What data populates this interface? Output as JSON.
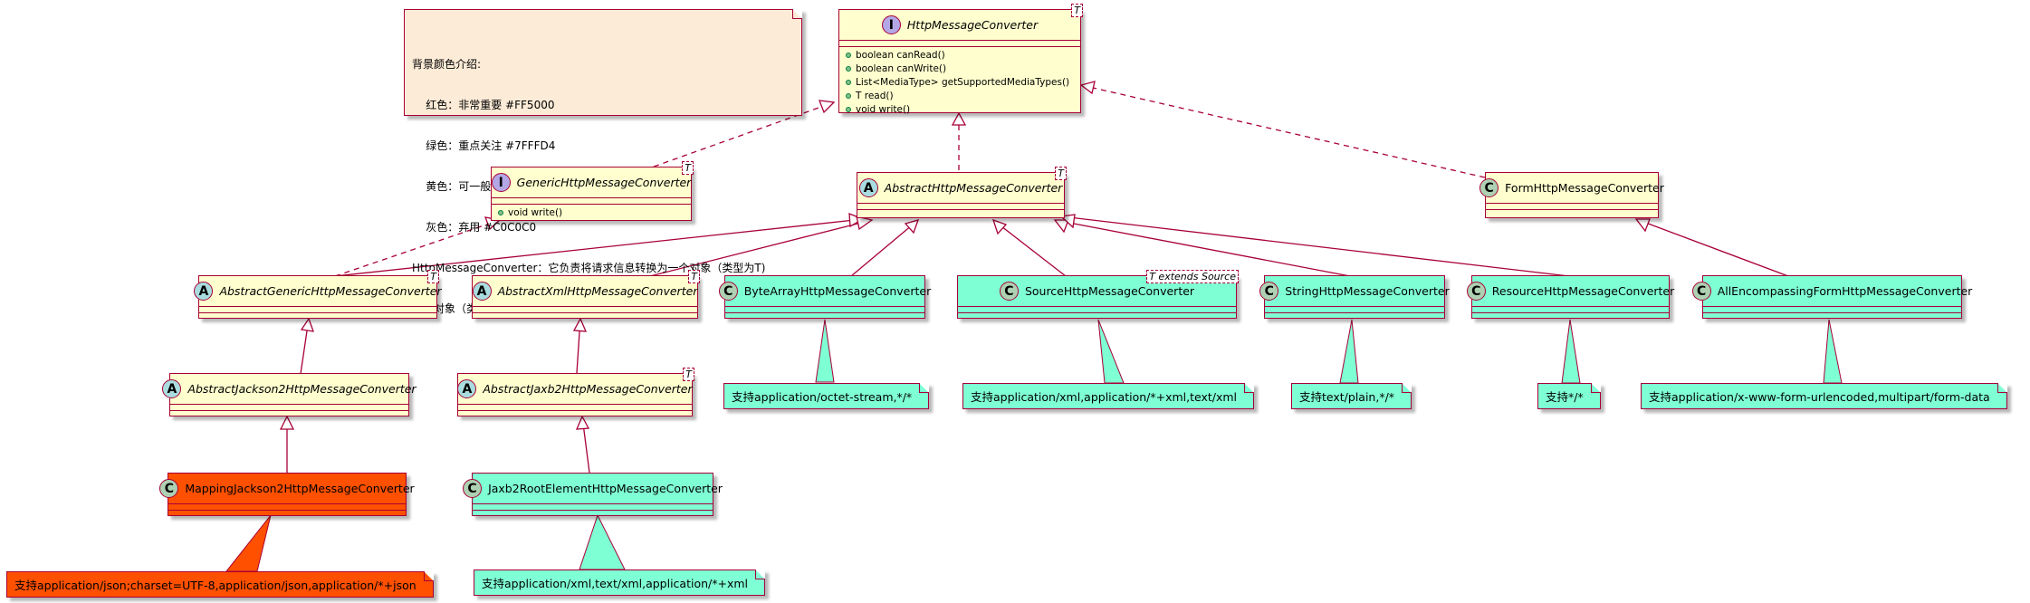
{
  "legend": {
    "lines": [
      "背景颜色介绍:",
      "    红色：非常重要 #FF5000",
      "    绿色：重点关注 #7FFFD4",
      "    黄色：可一般关注",
      "    灰色：弃用 #C0C0C0",
      "HttpMessageConverter：它负责将请求信息转换为一个对象（类型为T)",
      "或将对象（类型为T）输出为响应信息。"
    ]
  },
  "colors": {
    "border": "#A80036",
    "default_bg": "#FEFECE",
    "important": "#FF5000",
    "focus": "#7FFFD4",
    "deprecated": "#C0C0C0"
  },
  "classes": {
    "http_message_converter": {
      "stereotype": "I",
      "name": "HttpMessageConverter",
      "type_param": "T",
      "methods": [
        "boolean canRead()",
        "boolean canWrite()",
        "List<MediaType> getSupportedMediaTypes()",
        "T read()",
        "void write()"
      ]
    },
    "generic_http_message_converter": {
      "stereotype": "I",
      "name": "GenericHttpMessageConverter",
      "type_param": "T",
      "methods": [
        "void write()"
      ]
    },
    "abstract_http_message_converter": {
      "stereotype": "A",
      "name": "AbstractHttpMessageConverter",
      "type_param": "T"
    },
    "form_http_message_converter": {
      "stereotype": "C",
      "name": "FormHttpMessageConverter"
    },
    "abstract_generic_http_message_converter": {
      "stereotype": "A",
      "name": "AbstractGenericHttpMessageConverter",
      "type_param": "T"
    },
    "abstract_xml_http_message_converter": {
      "stereotype": "A",
      "name": "AbstractXmlHttpMessageConverter",
      "type_param": "T"
    },
    "byte_array_http_message_converter": {
      "stereotype": "C",
      "name": "ByteArrayHttpMessageConverter"
    },
    "source_http_message_converter": {
      "stereotype": "C",
      "name": "SourceHttpMessageConverter",
      "type_param": "T extends Source"
    },
    "string_http_message_converter": {
      "stereotype": "C",
      "name": "StringHttpMessageConverter"
    },
    "resource_http_message_converter": {
      "stereotype": "C",
      "name": "ResourceHttpMessageConverter"
    },
    "all_encompassing_form_http_message_converter": {
      "stereotype": "C",
      "name": "AllEncompassingFormHttpMessageConverter"
    },
    "abstract_jackson2_http_message_converter": {
      "stereotype": "A",
      "name": "AbstractJackson2HttpMessageConverter"
    },
    "abstract_jaxb2_http_message_converter": {
      "stereotype": "A",
      "name": "AbstractJaxb2HttpMessageConverter",
      "type_param": "T"
    },
    "mapping_jackson2_http_message_converter": {
      "stereotype": "C",
      "name": "MappingJackson2HttpMessageConverter"
    },
    "jaxb2_root_element_http_message_converter": {
      "stereotype": "C",
      "name": "Jaxb2RootElementHttpMessageConverter"
    }
  },
  "notes": {
    "byte_array": "支持application/octet-stream,*/*",
    "source": "支持application/xml,application/*+xml,text/xml",
    "string": "支持text/plain,*/*",
    "resource": "支持*/*",
    "all_encompassing": "支持application/x-www-form-urlencoded,multipart/form-data",
    "mapping_jackson2": "支持application/json;charset=UTF-8,application/json,application/*+json",
    "jaxb2_root": "支持application/xml,text/xml,application/*+xml"
  }
}
